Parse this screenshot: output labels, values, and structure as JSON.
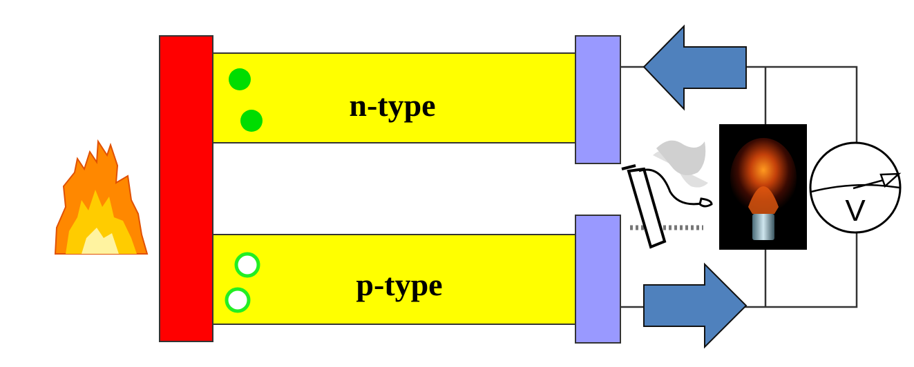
{
  "labels": {
    "n_type": "n-type",
    "p_type": "p-type",
    "voltmeter": "V"
  },
  "colors": {
    "hot_plate": "#ff0000",
    "semiconductor": "#ffff00",
    "electrode": "#9999ff",
    "arrow": "#4f81bd",
    "electron": "#00dd00",
    "hole_outline": "#22ee22"
  }
}
